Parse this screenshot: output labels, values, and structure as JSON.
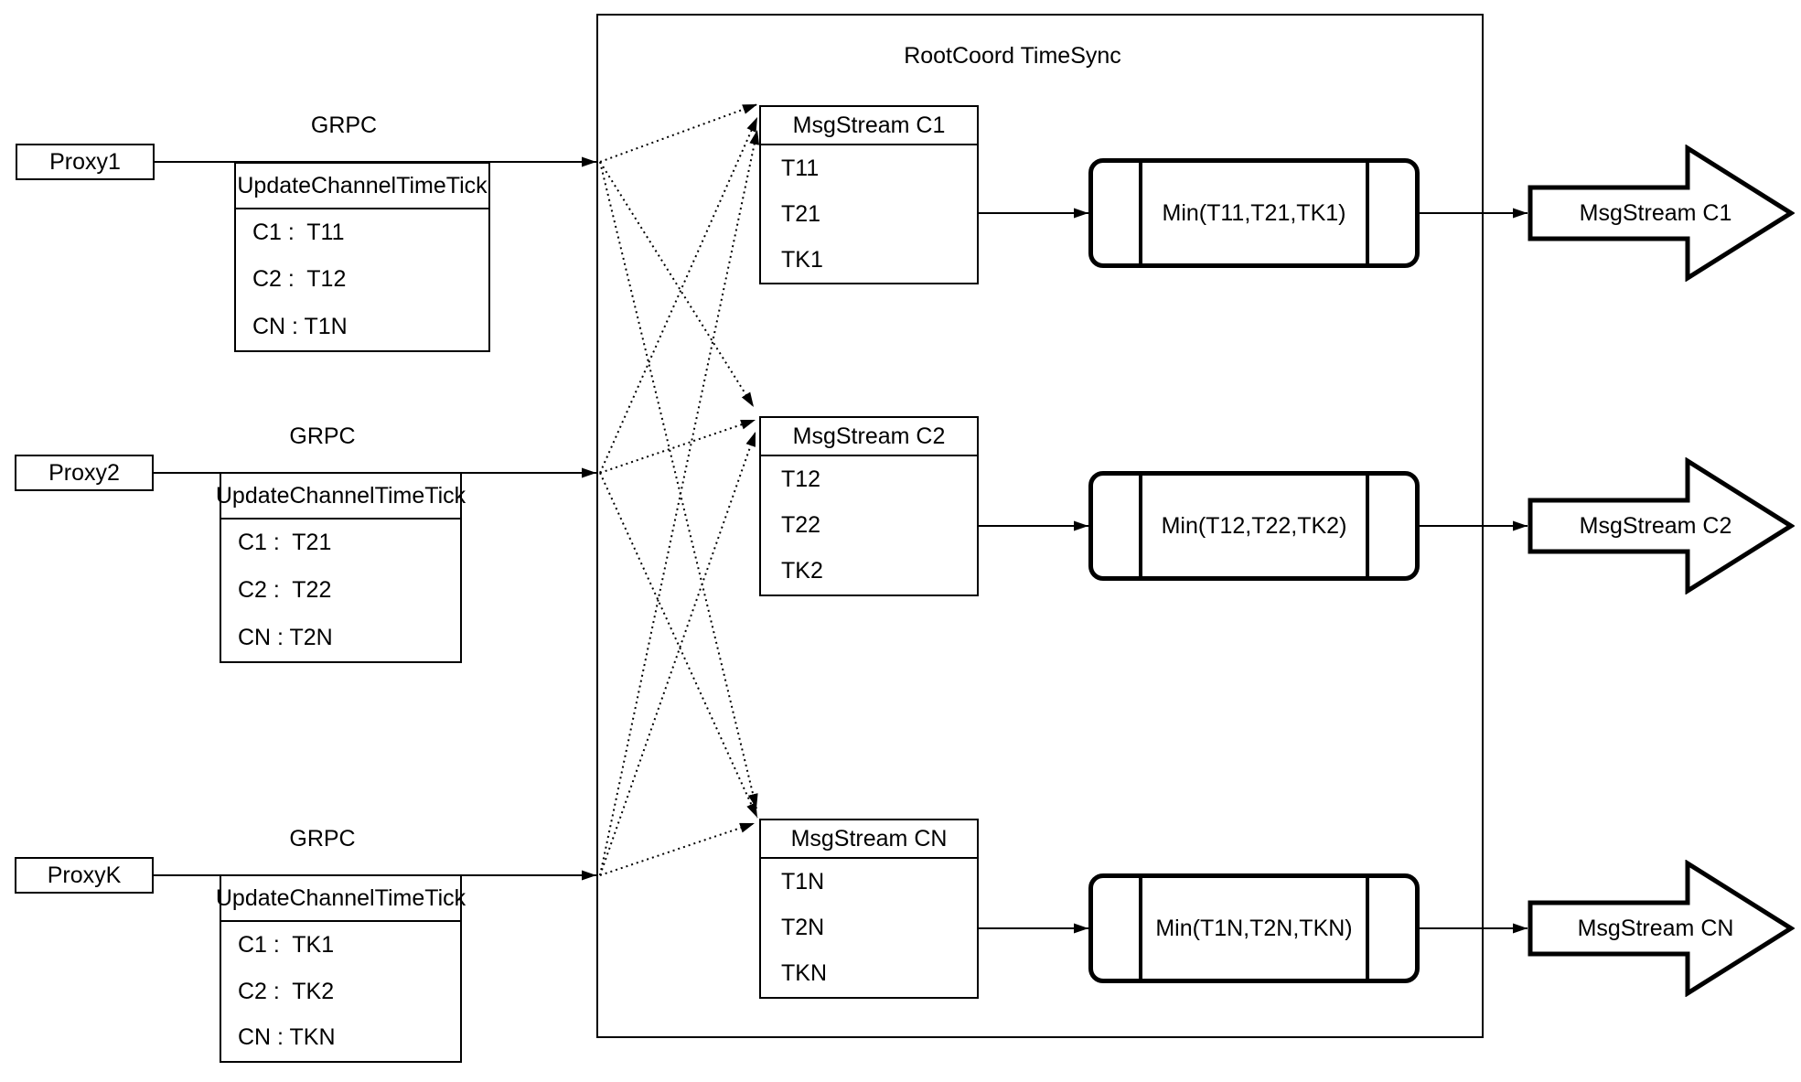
{
  "diagram_title": "RootCoord TimeSync",
  "colors": {
    "line": "#000000",
    "background": "#ffffff",
    "text": "#000000"
  },
  "rows": [
    {
      "proxy_label": "Proxy1",
      "grpc_label": "GRPC",
      "update_table": {
        "header": "UpdateChannelTimeTick",
        "rows": [
          "C1 :  T11",
          "C2 :  T12",
          "CN : T1N"
        ]
      },
      "stream_table": {
        "header": "MsgStream C1",
        "rows": [
          "T11",
          "T21",
          "TK1"
        ]
      },
      "min_label": "Min(T11,T21,TK1)",
      "output_label": "MsgStream C1"
    },
    {
      "proxy_label": "Proxy2",
      "grpc_label": "GRPC",
      "update_table": {
        "header": "UpdateChannelTimeTick",
        "rows": [
          "C1 :  T21",
          "C2 :  T22",
          "CN : T2N"
        ]
      },
      "stream_table": {
        "header": "MsgStream C2",
        "rows": [
          "T12",
          "T22",
          "TK2"
        ]
      },
      "min_label": "Min(T12,T22,TK2)",
      "output_label": "MsgStream C2"
    },
    {
      "proxy_label": "ProxyK",
      "grpc_label": "GRPC",
      "update_table": {
        "header": "UpdateChannelTimeTick",
        "rows": [
          "C1 :  TK1",
          "C2 :  TK2",
          "CN : TKN"
        ]
      },
      "stream_table": {
        "header": "MsgStream CN",
        "rows": [
          "T1N",
          "T2N",
          "TKN"
        ]
      },
      "min_label": "Min(T1N,T2N,TKN)",
      "output_label": "MsgStream CN"
    }
  ]
}
